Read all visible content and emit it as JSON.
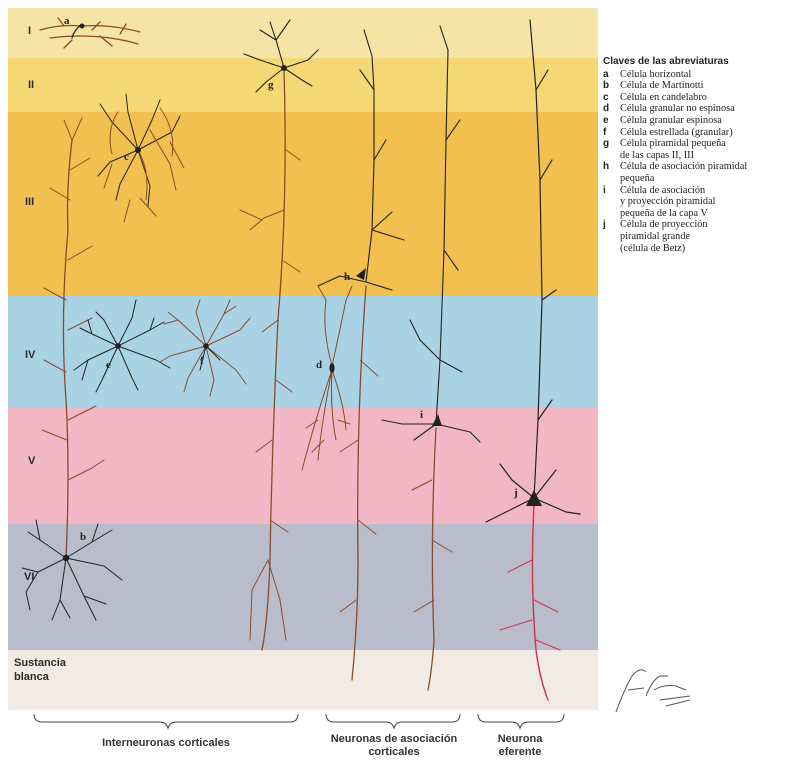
{
  "layers": [
    {
      "label": "I",
      "color": "#f6e3a6"
    },
    {
      "label": "II",
      "color": "#f5d873"
    },
    {
      "label": "III",
      "color": "#f2c04f"
    },
    {
      "label": "IV",
      "color": "#a9d3e4"
    },
    {
      "label": "V",
      "color": "#f2b7c5"
    },
    {
      "label": "VI",
      "color": "#b9bccb"
    },
    {
      "label_line1": "Sustancia",
      "label_line2": "blanca",
      "color": "#f1ebe3"
    }
  ],
  "cells": {
    "a": "a",
    "b": "b",
    "c": "c",
    "d": "d",
    "e": "e",
    "f": "f",
    "g": "g",
    "h": "h",
    "i": "i",
    "j": "j"
  },
  "legend": {
    "title": "Claves de las abreviaturas",
    "items": [
      {
        "key": "a",
        "text": "Célula horizontal"
      },
      {
        "key": "b",
        "text": "Célula de Martinotti"
      },
      {
        "key": "c",
        "text": "Célula en candelabro"
      },
      {
        "key": "d",
        "text": "Célula granular no espinosa"
      },
      {
        "key": "e",
        "text": "Célula granular espinosa"
      },
      {
        "key": "f",
        "text": "Célula estrellada (granular)"
      },
      {
        "key": "g",
        "text": "Célula piramidal pequeña"
      },
      {
        "key": "",
        "text": "de las capas II, III"
      },
      {
        "key": "h",
        "text": "Célula de asociación piramidal"
      },
      {
        "key": "",
        "text": "pequeña"
      },
      {
        "key": "i",
        "text": "Célula de asociación"
      },
      {
        "key": "",
        "text": "y proyección piramidal"
      },
      {
        "key": "",
        "text": "pequeña de la capa V"
      },
      {
        "key": "j",
        "text": "Célula de proyección"
      },
      {
        "key": "",
        "text": "piramidal grande"
      },
      {
        "key": "",
        "text": "(célula de Betz)"
      }
    ]
  },
  "groups": {
    "interneurons": "Interneuronas corticales",
    "association_line1": "Neuronas de asociación",
    "association_line2": "corticales",
    "efferent_line1": "Neurona",
    "efferent_line2": "eferente"
  },
  "signature": "F. Netter M.D.",
  "colors": {
    "neuron_dark": "#1e1e1e",
    "neuron_brown": "#8a4b2a",
    "axon_red": "#d0304a"
  }
}
